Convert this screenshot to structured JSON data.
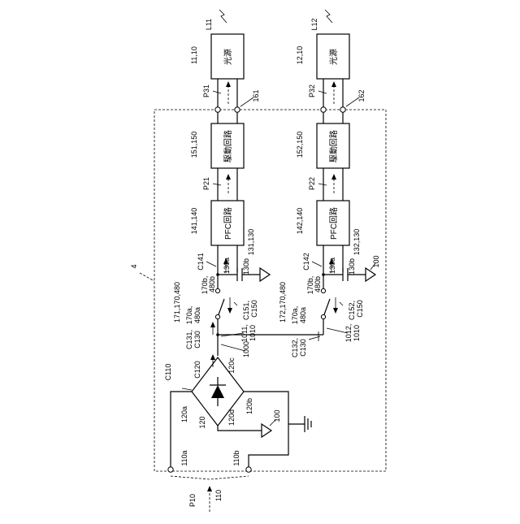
{
  "blocks": {
    "light1": "光源",
    "light2": "光源",
    "drv1": "駆動回路",
    "drv2": "駆動回路",
    "pfc1": "PFC回路",
    "pfc2": "PFC回路"
  },
  "labels": {
    "l11": "L11",
    "l12": "L12",
    "n1110": "11,10",
    "n1210": "12,10",
    "p31": "P31",
    "p32": "P32",
    "n161": "161",
    "n162": "162",
    "n151": "151,150",
    "n152": "152,150",
    "p21": "P21",
    "p22": "P22",
    "n141": "141,140",
    "n142": "142,140",
    "c141": "C141",
    "c142": "C142",
    "n130a1": "130a",
    "n130a2": "130a",
    "n130b1": "130b",
    "n130b2": "130b",
    "n131": "131,130",
    "n132": "132,130",
    "n100a": "100",
    "n100b": "100",
    "n4": "4",
    "n170b1": "170b,",
    "n480b1": "480b",
    "n170b2": "170b,",
    "n480b2": "480b",
    "n171": "171,170,480",
    "n172": "172,170,480",
    "n170a1": "170a,",
    "n480a1": "480a",
    "n170a2": "170a,",
    "n480a2": "480a",
    "c151": "C151,",
    "c150a": "C150",
    "c152": "C152,",
    "c150b": "C150",
    "c131": "C131,",
    "c130a": "C130",
    "c132": "C132,",
    "c130b": "C130",
    "n1011": "1011,",
    "n1010a": "1010",
    "n1012": "1012,",
    "n1010b": "1010",
    "n1000": "1000",
    "c120": "C120",
    "n120c": "120c",
    "c110": "C110",
    "n120a": "120a",
    "n120": "120",
    "n120d": "120d",
    "n120b": "120b",
    "n110a": "110a",
    "n110b": "110b",
    "p10": "P10",
    "n110": "110"
  }
}
